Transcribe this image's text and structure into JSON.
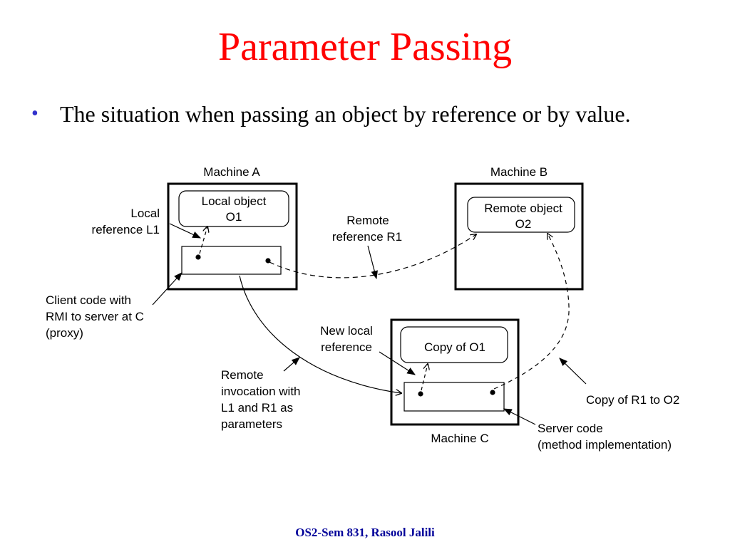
{
  "title": "Parameter Passing",
  "bullet": {
    "text": "The situation when passing an object by reference or by value."
  },
  "diagram": {
    "machine_a": {
      "label": "Machine A",
      "object_line1": "Local object",
      "object_line2": "O1"
    },
    "machine_b": {
      "label": "Machine B",
      "object_line1": "Remote object",
      "object_line2": "O2"
    },
    "machine_c": {
      "label": "Machine C",
      "object_label": "Copy of O1"
    },
    "annotations": {
      "local_ref_line1": "Local",
      "local_ref_line2": "reference L1",
      "remote_ref_line1": "Remote",
      "remote_ref_line2": "reference R1",
      "client_line1": "Client code with",
      "client_line2": "RMI to server at C",
      "client_line3": "(proxy)",
      "new_local_line1": "New local",
      "new_local_line2": "reference",
      "invocation_line1": "Remote",
      "invocation_line2": "invocation with",
      "invocation_line3": "L1 and R1 as",
      "invocation_line4": "parameters",
      "copy_r1": "Copy of R1 to O2",
      "server_line1": "Server code",
      "server_line2": "(method implementation)"
    }
  },
  "footer": "OS2-Sem 831, Rasool Jalili",
  "colors": {
    "title": "#ff0000",
    "bullet": "#3333cc",
    "footer": "#000099"
  }
}
